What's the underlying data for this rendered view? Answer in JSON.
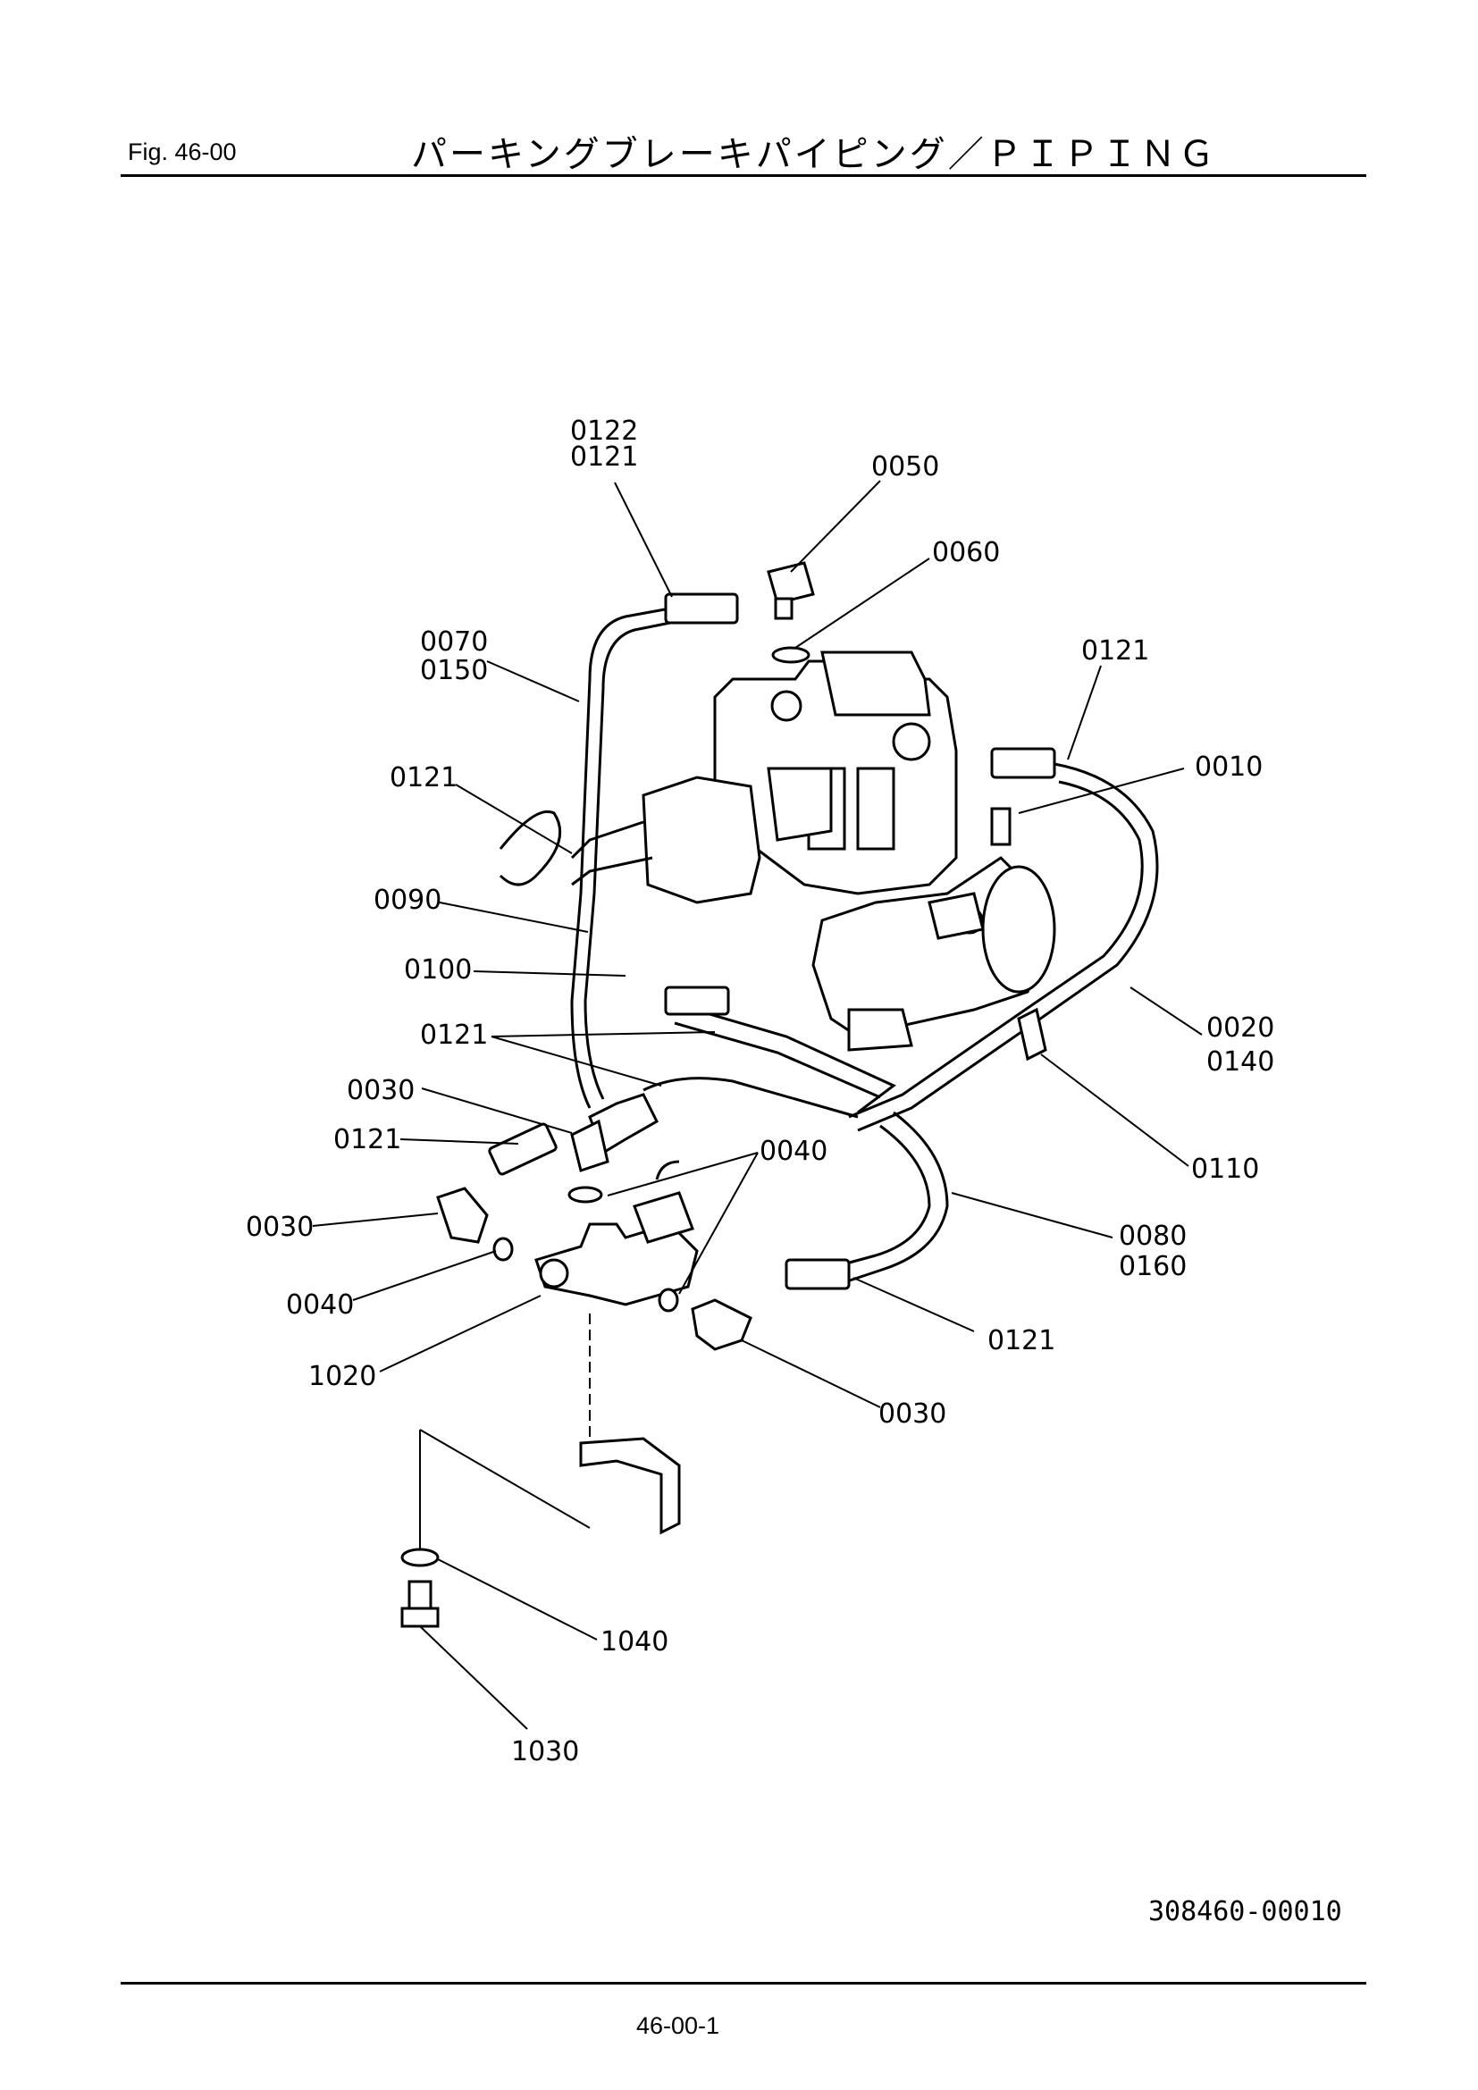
{
  "header": {
    "fig_label": "Fig.  46-00",
    "title": "パーキングブレーキパイピング／ＰＩＰＩＮＧ"
  },
  "callouts": [
    "0122",
    "0121",
    "0050",
    "0060",
    "0070",
    "0150",
    "0121",
    "0010",
    "0121",
    "0090",
    "0100",
    "0121",
    "0020",
    "0140",
    "0030",
    "0121",
    "0040",
    "0110",
    "0030",
    "0080",
    "0160",
    "0040",
    "0121",
    "1020",
    "0030",
    "1040",
    "1030"
  ],
  "footer": {
    "drawing_id": "308460-00010",
    "page_number": "46-00-1"
  }
}
